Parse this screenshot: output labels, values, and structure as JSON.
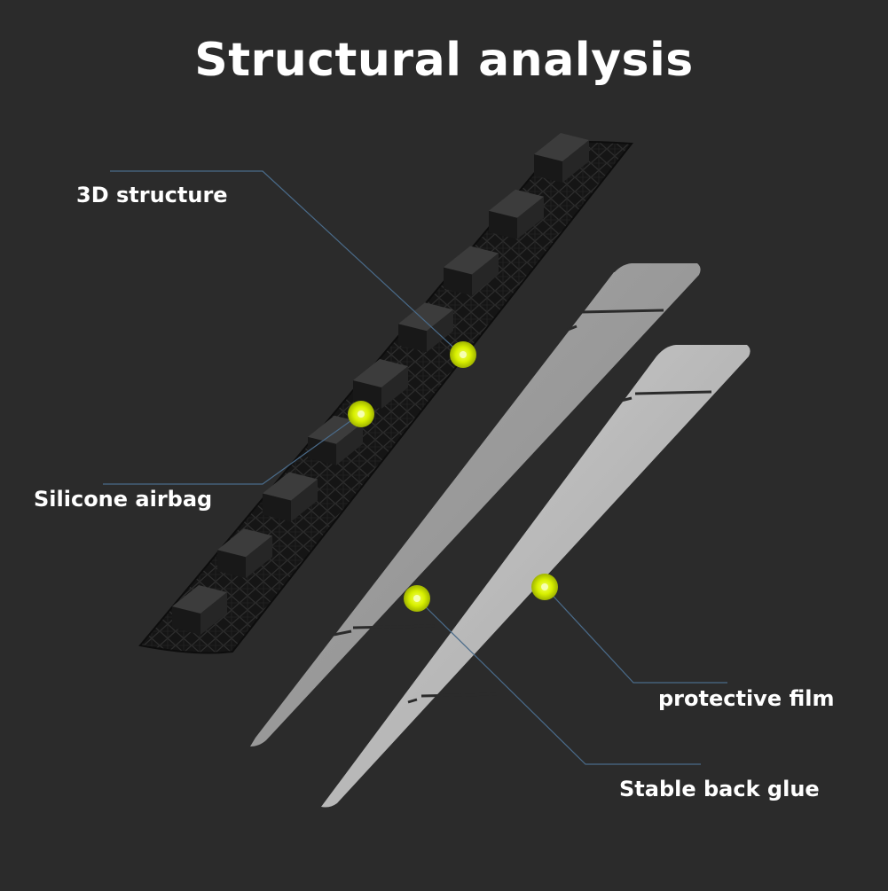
{
  "title": "Structural analysis",
  "labels": {
    "structure_3d": "3D structure",
    "silicone_airbag": "Silicone airbag",
    "protective_film": "protective film",
    "back_glue": "Stable back glue"
  },
  "colors": {
    "background": "#2b2b2b",
    "marker": "#d8f000",
    "leader_line": "#4a6b8a",
    "strip": "#141414",
    "film": "#9a9a9a"
  }
}
